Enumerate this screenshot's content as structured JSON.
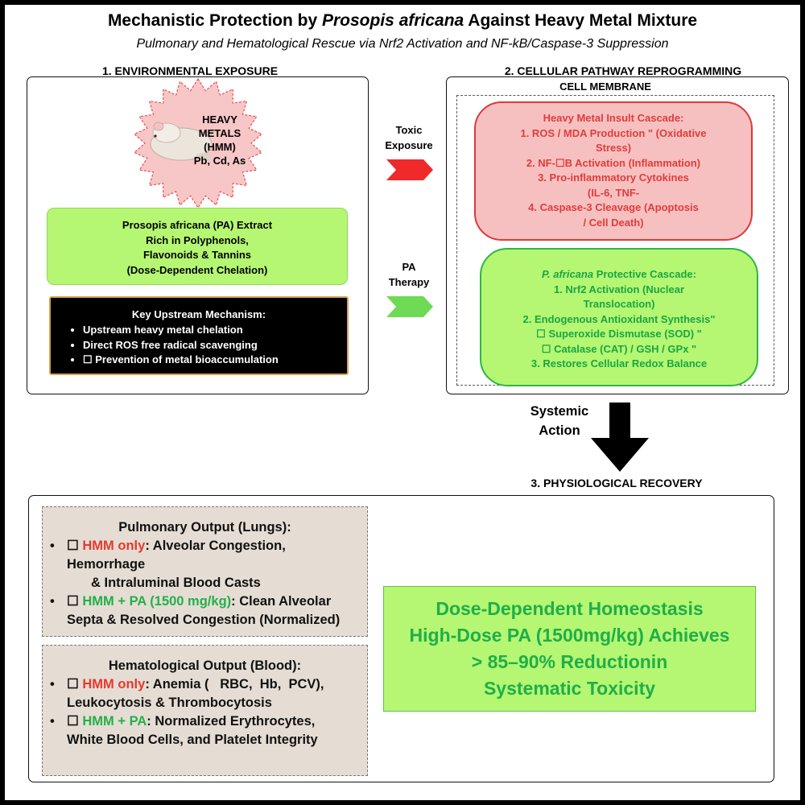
{
  "title_prefix": "Mechanistic Protection by ",
  "title_species": "Prosopis africana",
  "title_suffix": " Against Heavy Metal Mixture",
  "subtitle": "Pulmonary and Hematological Rescue via Nrf2 Activation and NF-kB/Caspase-3 Suppression",
  "sections": {
    "exposure": "1. ENVIRONMENTAL EXPOSURE",
    "pathway": "2. CELLULAR PATHWAY REPROGRAMMING",
    "recovery": "3. PHYSIOLOGICAL RECOVERY"
  },
  "heavy_metals": {
    "lines": [
      "HEAVY",
      "METALS",
      "(HMM)",
      "Pb, Cd, As"
    ],
    "burst_color": "#f7c6c6",
    "burst_stroke": "#e85050"
  },
  "pa_extract": {
    "lines": [
      "Prosopis africana (PA) Extract",
      "Rich in Polyphenols,",
      "Flavonoids & Tannins",
      "(Dose-Dependent Chelation)"
    ]
  },
  "mechanism": {
    "heading": "Key Upstream Mechanism:",
    "bullets": [
      "Upstream heavy metal chelation",
      "Direct ROS free radical scavenging",
      "☐ Prevention of metal bioaccumulation"
    ]
  },
  "arrows": {
    "toxic_label_1": "Toxic",
    "toxic_label_2": "Exposure",
    "toxic_color": "#f02a2a",
    "pa_label_1": "PA",
    "pa_label_2": "Therapy",
    "pa_color": "#6fda55",
    "systemic_label_1": "Systemic",
    "systemic_label_2": "Action"
  },
  "membrane_label": "CELL MEMBRANE",
  "insult": {
    "heading": "Heavy Metal Insult Cascade:",
    "lines": [
      "1. ROS / MDA Production \" (Oxidative",
      "Stress)",
      "2. NF-☐B Activation (Inflammation)",
      "3. Pro-inflammatory Cytokines",
      "(IL-6, TNF-",
      "4. Caspase-3 Cleavage (Apoptosis",
      "/ Cell Death)"
    ]
  },
  "protective": {
    "heading_species": "P. africana",
    "heading_rest": " Protective Cascade:",
    "lines": [
      "1. Nrf2 Activation (Nuclear",
      "Translocation)",
      "2. Endogenous Antioxidant Synthesis\"",
      "☐ Superoxide Dismutase (SOD) \"",
      "☐ Catalase (CAT) / GSH / GPx \"",
      "3. Restores Cellular Redox Balance"
    ]
  },
  "pulmonary": {
    "heading": "Pulmonary Output (Lungs):",
    "item1_mark": "☐",
    "item1_label": "HMM only",
    "item1_text_a": ": Alveolar Congestion,",
    "item1_text_b": "Hemorrhage",
    "item1_text_c": "& Intraluminal Blood Casts",
    "item2_mark": "☐",
    "item2_label": "HMM + PA (1500 mg/kg)",
    "item2_text_a": ": Clean Alveolar",
    "item2_text_b": "Septa & Resolved Congestion (Normalized)"
  },
  "hematological": {
    "heading": "Hematological Output (Blood):",
    "item1_mark": "☐",
    "item1_label": "HMM only",
    "item1_text_a": ": Anemia (   RBC,  Hb,  PCV),",
    "item1_text_b": "Leukocytosis & Thrombocytosis",
    "item2_mark": "☐",
    "item2_label": "HMM + PA",
    "item2_text_a": ": Normalized Erythrocytes,",
    "item2_text_b": "White Blood Cells, and Platelet Integrity"
  },
  "result": {
    "lines": [
      "Dose-Dependent Homeostasis",
      "High-Dose PA (1500mg/kg) Achieves",
      "> 85–90% Reductionin",
      "Systematic Toxicity"
    ]
  }
}
